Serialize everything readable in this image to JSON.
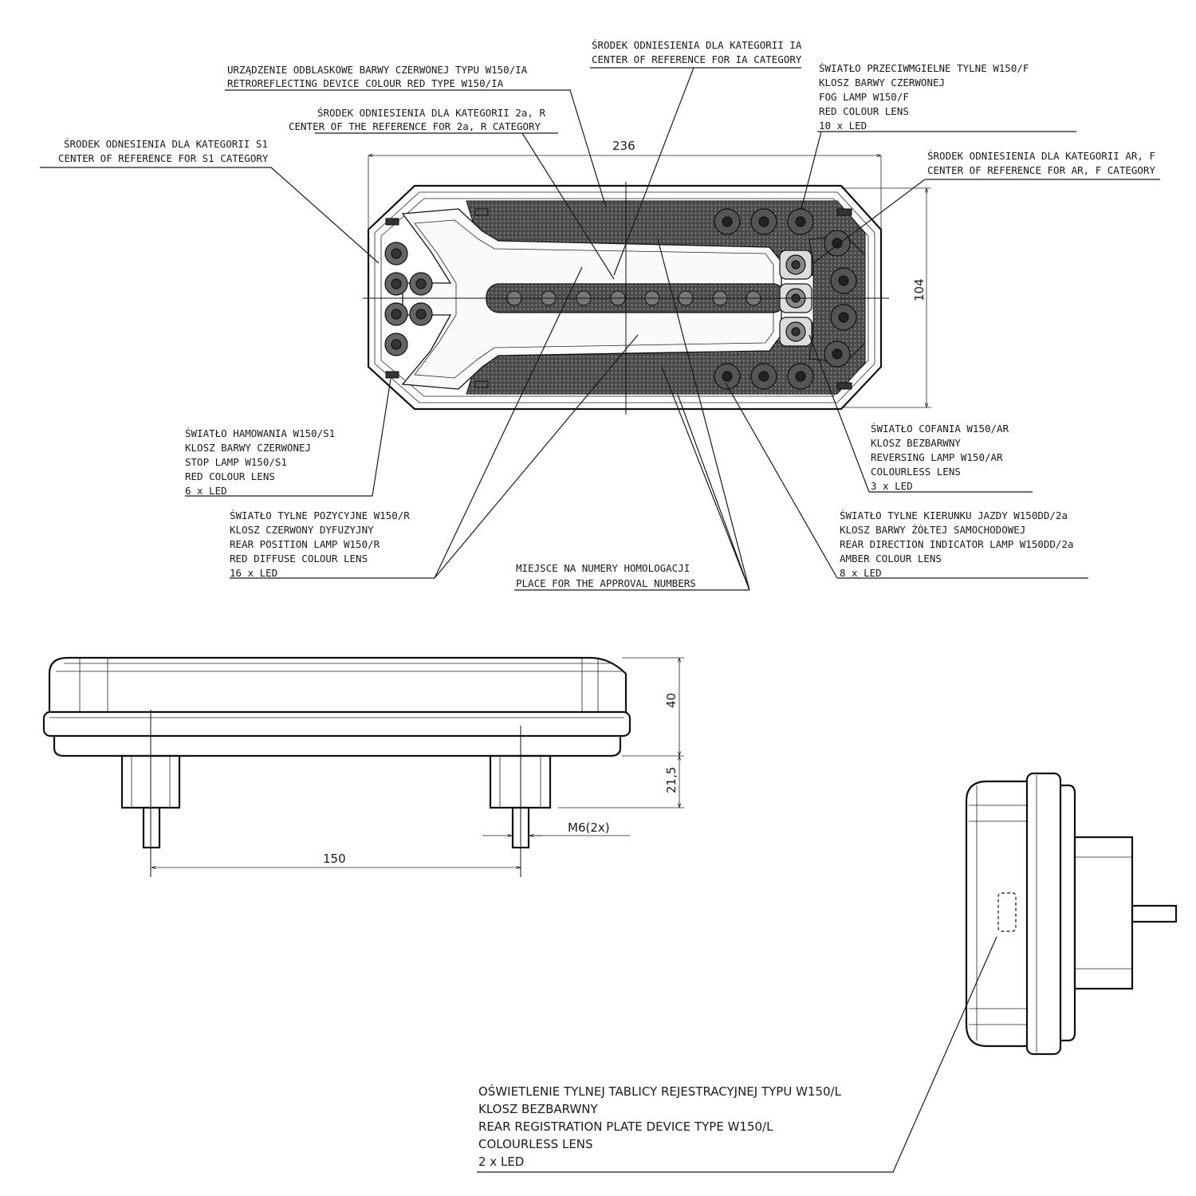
{
  "callouts": {
    "reflector": {
      "lines": [
        "URZĄDZENIE ODBLASKOWE BARWY CZERWONEJ TYPU W150/IA",
        "RETROREFLECTING DEVICE COLOUR RED TYPE W150/IA"
      ]
    },
    "center_ia": {
      "lines": [
        "ŚRODEK ODNIESIENIA DLA KATEGORII IA",
        "CENTER OF REFERENCE FOR IA CATEGORY"
      ]
    },
    "center_2a_r": {
      "lines": [
        "ŚRODEK ODNIESIENIA DLA KATEGORII 2a, R",
        "CENTER OF THE REFERENCE FOR 2a, R CATEGORY"
      ]
    },
    "center_s1": {
      "lines": [
        "ŚRODEK ODNESIENIA DLA KATEGORII S1",
        "CENTER OF REFERENCE FOR S1 CATEGORY"
      ]
    },
    "fog_lamp": {
      "lines": [
        "ŚWIATŁO PRZECIWMGIELNE TYLNE W150/F",
        "KLOSZ BARWY CZERWONEJ",
        "FOG LAMP W150/F",
        "RED COLOUR LENS",
        "10 x LED"
      ]
    },
    "center_ar_f": {
      "lines": [
        "ŚRODEK ODNIESIENIA DLA KATEGORII AR, F",
        "CENTER OF REFERENCE FOR AR, F CATEGORY"
      ]
    },
    "stop_lamp": {
      "lines": [
        "ŚWIATŁO HAMOWANIA W150/S1",
        "KLOSZ BARWY CZERWONEJ",
        "STOP LAMP W150/S1",
        "RED COLOUR LENS",
        "6 x LED"
      ]
    },
    "reversing_lamp": {
      "lines": [
        "ŚWIATŁO COFANIA W150/AR",
        "KLOSZ BEZBARWNY",
        "REVERSING LAMP W150/AR",
        "COLOURLESS LENS",
        "3 x LED"
      ]
    },
    "position_lamp": {
      "lines": [
        "ŚWIATŁO TYLNE POZYCYJNE W150/R",
        "KLOSZ CZERWONY DYFUZYJNY",
        "REAR POSITION LAMP W150/R",
        "RED DIFFUSE COLOUR LENS",
        "16 x LED"
      ]
    },
    "indicator_lamp": {
      "lines": [
        "ŚWIATŁO TYLNE KIERUNKU JAZDY W150DD/2a",
        "KLOSZ BARWY ŻÓŁTEJ SAMOCHODOWEJ",
        "REAR DIRECTION INDICATOR LAMP W150DD/2a",
        "AMBER COLOUR LENS",
        "8 x LED"
      ]
    },
    "approval": {
      "lines": [
        "MIEJSCE NA NUMERY HOMOLOGACJI",
        "PLACE FOR THE APPROVAL NUMBERS"
      ]
    },
    "plate_lamp": {
      "lines": [
        "OŚWIETLENIE TYLNEJ TABLICY REJESTRACYJNEJ TYPU W150/L",
        "KLOSZ BEZBARWNY",
        "REAR REGISTRATION PLATE DEVICE TYPE W150/L",
        "COLOURLESS LENS",
        "2 x LED"
      ]
    }
  },
  "dimensions": {
    "width": "236",
    "height": "104",
    "depth_body": "40",
    "depth_studs": "21,5",
    "stud_spacing": "150",
    "thread": "M6(2x)"
  }
}
